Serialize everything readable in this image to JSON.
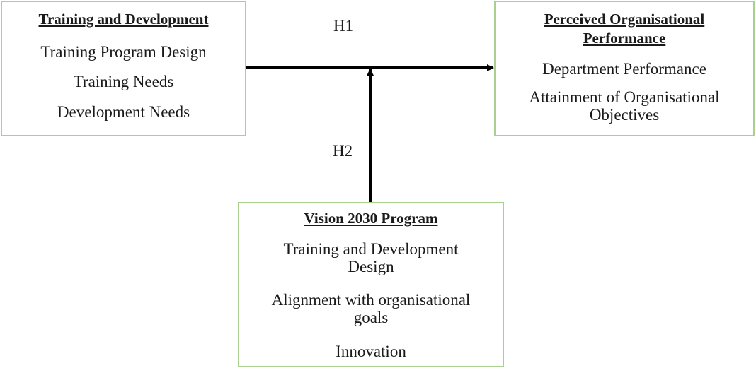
{
  "training_development": {
    "title": "Training and Development",
    "items": [
      "Training Program Design",
      "Training Needs",
      "Development Needs"
    ]
  },
  "perceived_performance": {
    "title_line1": "Perceived Organisational",
    "title_line2": "Performance",
    "items": [
      "Department Performance",
      "Attainment of Organisational",
      "Objectives"
    ]
  },
  "vision_2030": {
    "title": "Vision 2030 Program",
    "items": [
      "Training and Development",
      "Design",
      "Alignment with organisational",
      "goals",
      "Innovation"
    ]
  },
  "hypotheses": {
    "h1": "H1",
    "h2": "H2"
  },
  "colors": {
    "box_border": "#a9d18e",
    "arrow": "#000000"
  }
}
